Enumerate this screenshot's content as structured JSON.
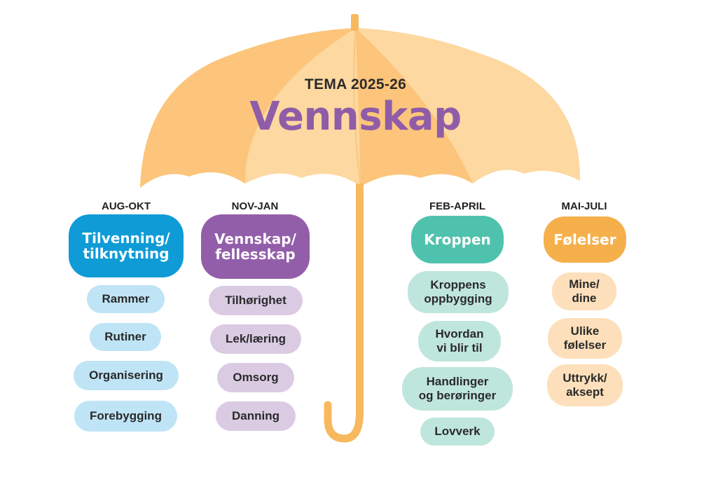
{
  "header": {
    "tema_label": "TEMA 2025-26",
    "theme_title": "Vennskap"
  },
  "colors": {
    "canopy_light": "#fdd8a0",
    "canopy_dark": "#fcc57b",
    "handle": "#f8b85e",
    "title_purple": "#8f5da8"
  },
  "columns": [
    {
      "period": "AUG-OKT",
      "heading": "Tilvenning/\ntilknytning",
      "heading_color": "#0f9bd6",
      "item_color": "#bfe4f6",
      "items": [
        "Rammer",
        "Rutiner",
        "Organisering",
        "Forebygging"
      ]
    },
    {
      "period": "NOV-JAN",
      "heading": "Vennskap/\nfellesskap",
      "heading_color": "#935ea9",
      "item_color": "#dacbe3",
      "items": [
        "Tilhørighet",
        "Lek/læring",
        "Omsorg",
        "Danning"
      ]
    },
    {
      "period": "FEB-APRIL",
      "heading": "Kroppen",
      "heading_color": "#4fc2ad",
      "item_color": "#bfe6dc",
      "items": [
        "Kroppens\noppbygging",
        "Hvordan\nvi blir til",
        "Handlinger\nog berøringer",
        "Lovverk"
      ]
    },
    {
      "period": "MAI-JULI",
      "heading": "Følelser",
      "heading_color": "#f5b04c",
      "item_color": "#fde0bb",
      "items": [
        "Mine/\ndine",
        "Ulike\nfølelser",
        "Uttrykk/\naksept"
      ]
    }
  ]
}
